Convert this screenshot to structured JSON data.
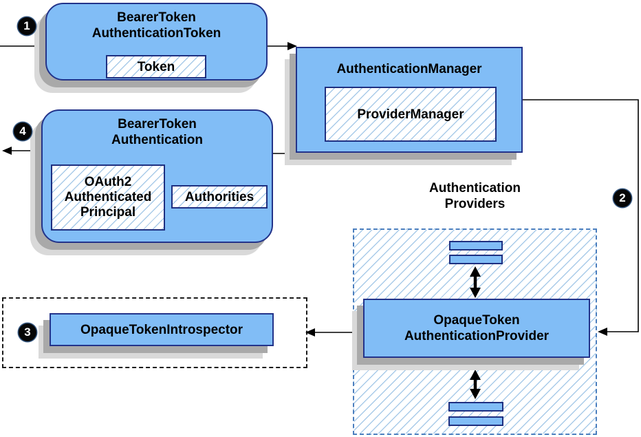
{
  "badges": {
    "step1": "1",
    "step2": "2",
    "step3": "3",
    "step4": "4"
  },
  "boxes": {
    "bearer_token_authentication_token": {
      "line1": "BearerToken",
      "line2": "AuthenticationToken",
      "token_label": "Token"
    },
    "authentication_manager": {
      "title": "AuthenticationManager",
      "provider_manager_label": "ProviderManager"
    },
    "bearer_token_authentication": {
      "line1": "BearerToken",
      "line2": "Authentication",
      "principal_line1": "OAuth2",
      "principal_line2": "Authenticated",
      "principal_line3": "Principal",
      "authorities_label": "Authorities"
    },
    "authentication_providers": {
      "title_line1": "Authentication",
      "title_line2": "Providers",
      "provider_line1": "OpaqueToken",
      "provider_line2": "AuthenticationProvider"
    },
    "opaque_token_introspector": {
      "label": "OpaqueTokenIntrospector"
    }
  },
  "colors": {
    "box_fill": "#81BDF6",
    "box_border": "#22338A",
    "inner_border": "#1E2F80",
    "hatch_line": "#A9CBE9",
    "providers_dash_border": "#4A7EBE",
    "introspector_dash_border": "#1A1A1A",
    "connector": "#000000",
    "badge_bg": "#060606",
    "badge_text": "#FFFFFF",
    "shadow_dark": "#A9A9A9",
    "shadow_light": "#D9D9D9"
  }
}
